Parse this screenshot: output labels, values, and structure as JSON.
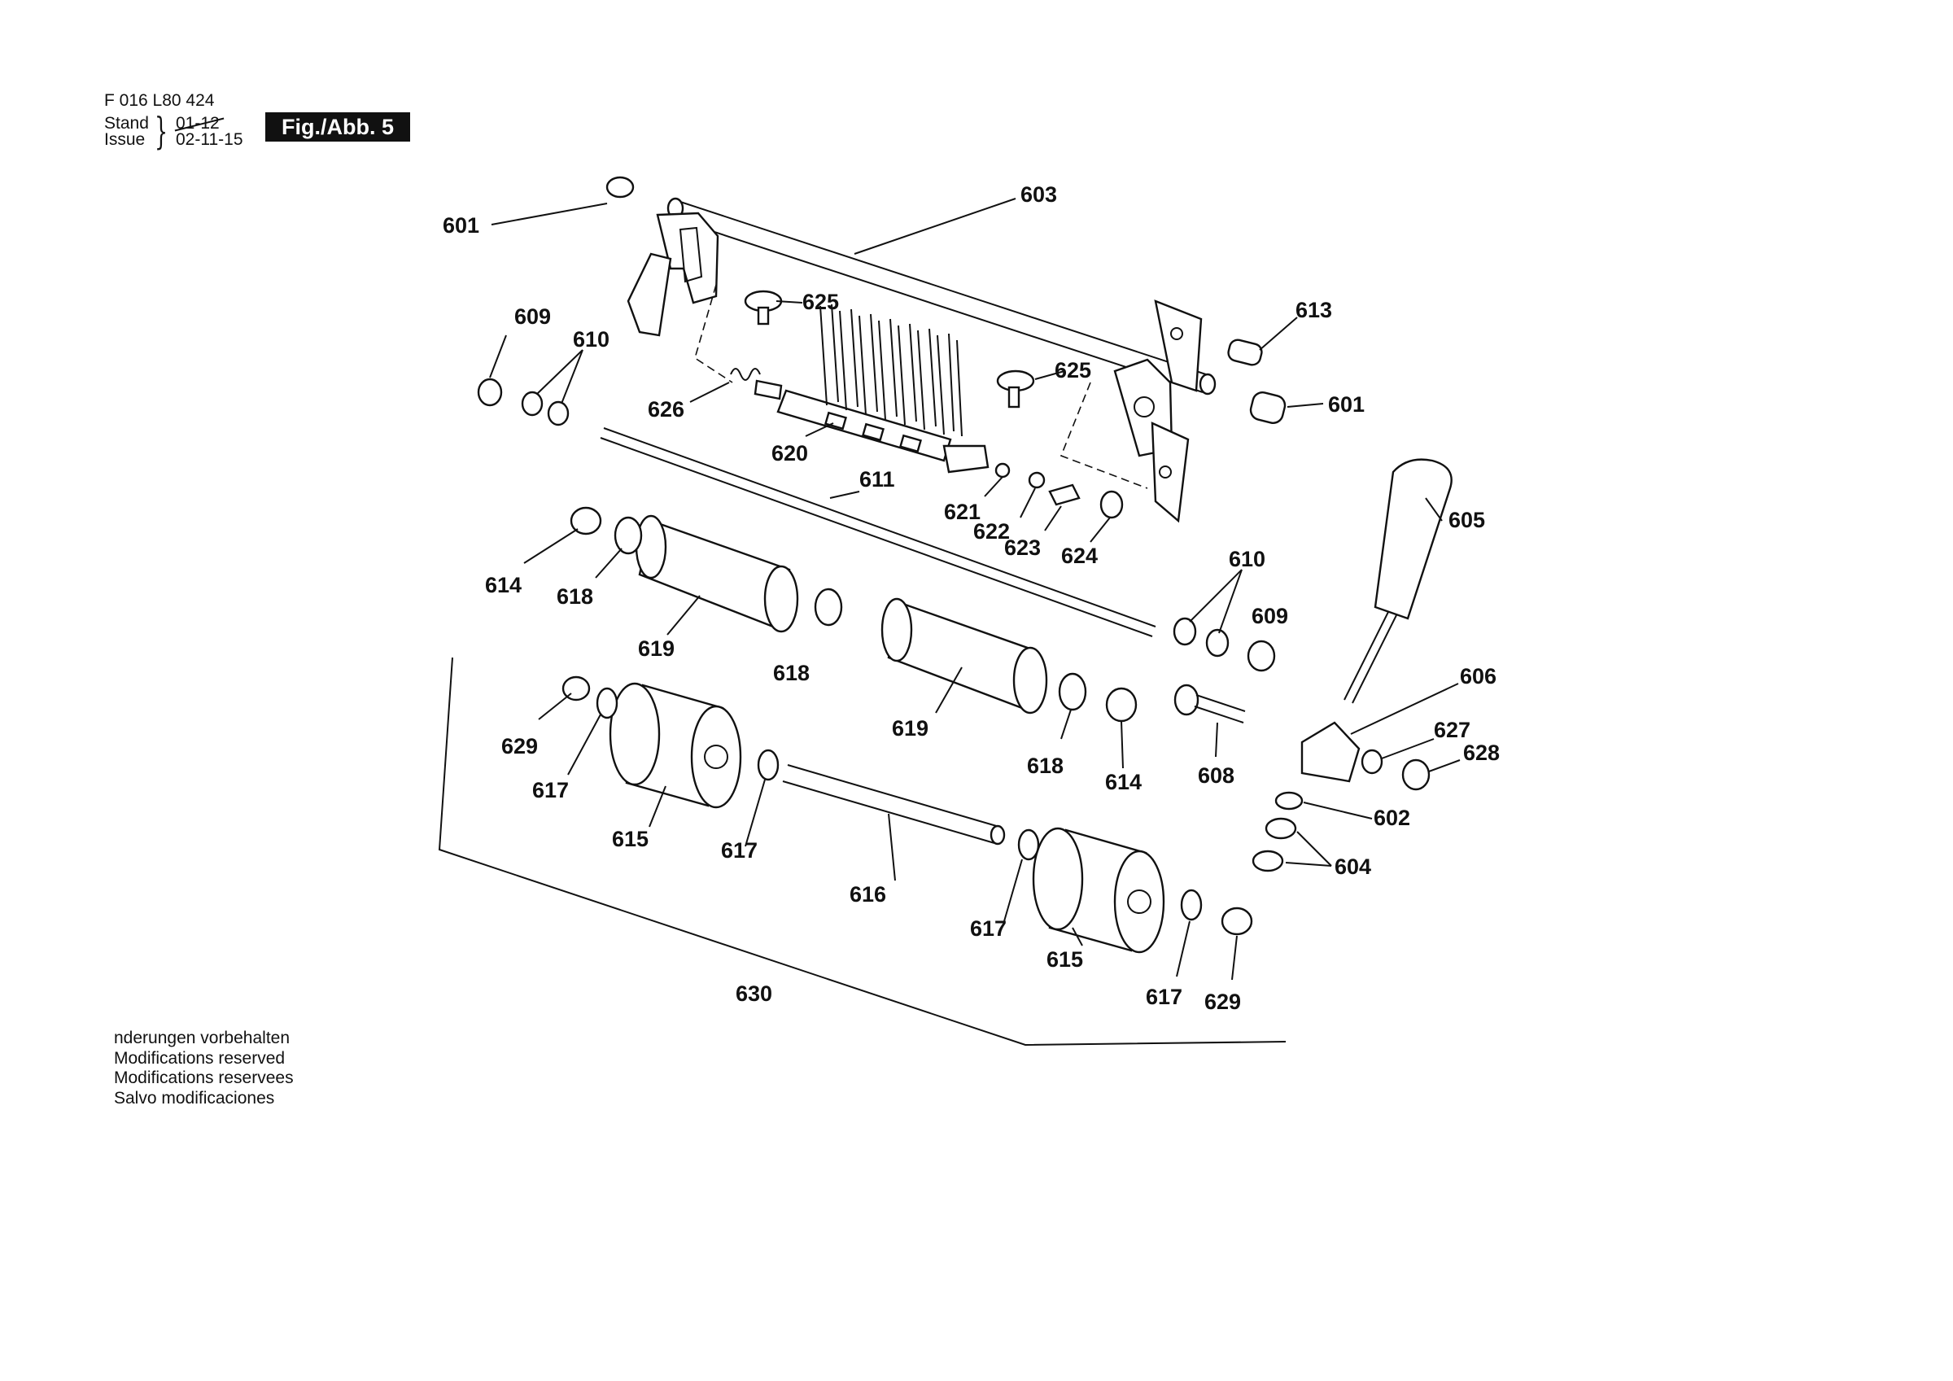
{
  "header": {
    "doc_number": "F 016 L80 424",
    "stand_label": "Stand",
    "issue_label": "Issue",
    "stand_date": "01-12",
    "issue_date": "02-11-15",
    "fig_badge": "Fig./Abb. 5"
  },
  "notice": [
    "nderungen vorbehalten",
    "Modifications reserved",
    "Modifications reservees",
    "Salvo modificaciones"
  ],
  "parts": {
    "p601a": "601",
    "p603": "603",
    "p609a": "609",
    "p610a": "610",
    "p625a": "625",
    "p613": "613",
    "p625b": "625",
    "p601b": "601",
    "p626": "626",
    "p620": "620",
    "p611": "611",
    "p621": "621",
    "p622": "622",
    "p623": "623",
    "p624": "624",
    "p605": "605",
    "p614a": "614",
    "p618a": "618",
    "p610b": "610",
    "p609b": "609",
    "p619a": "619",
    "p618b": "618",
    "p606": "606",
    "p619b": "619",
    "p629a": "629",
    "p627": "627",
    "p628": "628",
    "p617a": "617",
    "p618c": "618",
    "p614b": "614",
    "p608": "608",
    "p602": "602",
    "p615a": "615",
    "p617b": "617",
    "p604": "604",
    "p616": "616",
    "p617c": "617",
    "p615b": "615",
    "p630": "630",
    "p617d": "617",
    "p629b": "629"
  }
}
